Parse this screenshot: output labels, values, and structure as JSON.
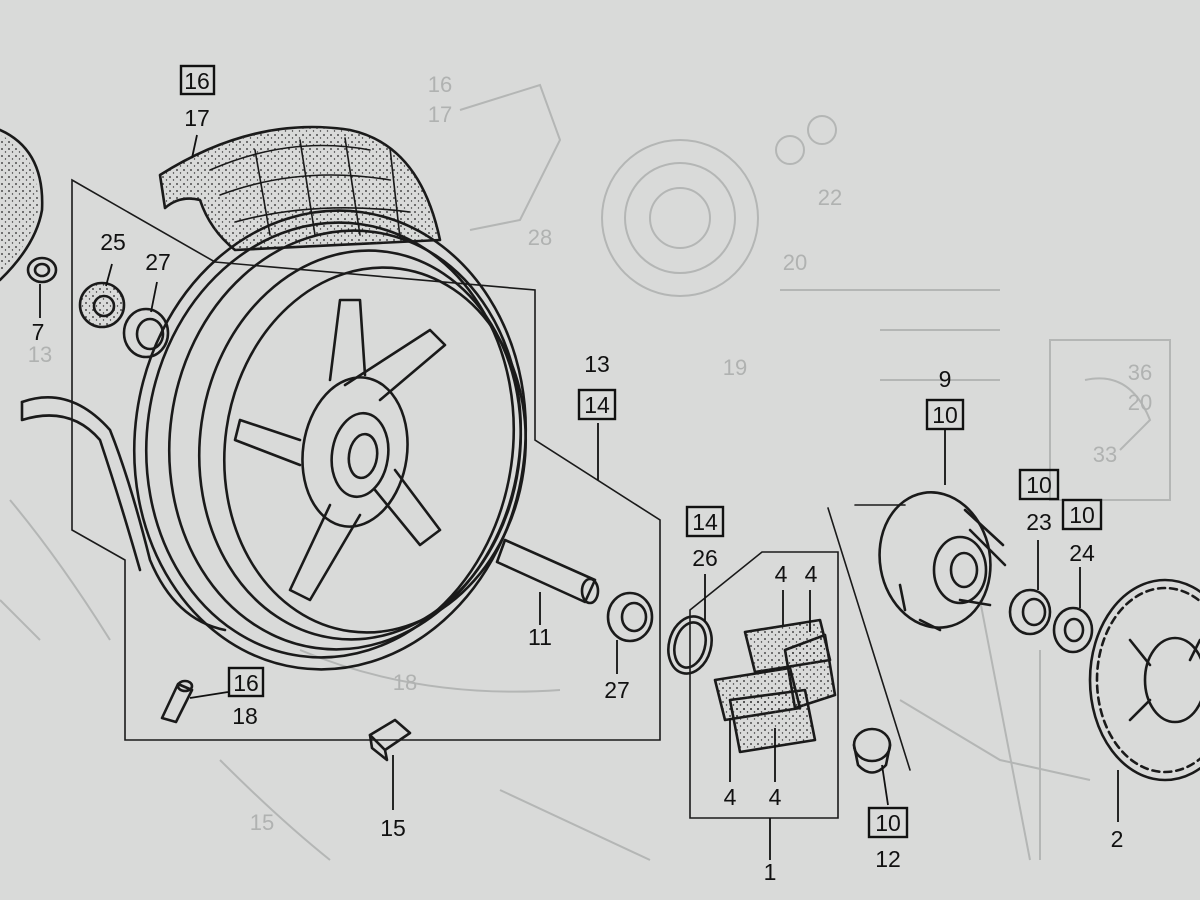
{
  "colors": {
    "paper": "#d9dad9",
    "ink": "#111111",
    "ghost": "#b4b6b5"
  },
  "callouts": {
    "c7": "7",
    "c25": "25",
    "c27a": "27",
    "c16a": "16",
    "c17": "17",
    "c13": "13",
    "c14a": "14",
    "c14b": "14",
    "c26": "26",
    "c11": "11",
    "c27b": "27",
    "c16b": "16",
    "c18": "18",
    "c15": "15",
    "c4a": "4",
    "c4b": "4",
    "c4c": "4",
    "c4d": "4",
    "c1": "1",
    "c9": "9",
    "c10a": "10",
    "c10b": "10",
    "c10c": "10",
    "c10d": "10",
    "c23": "23",
    "c24": "24",
    "c12": "12",
    "c2": "2"
  },
  "ghost_labels": {
    "g16": "16",
    "g17": "17",
    "g19": "19",
    "g20": "20",
    "g22": "22",
    "g13": "13",
    "g28": "28",
    "g36": "36",
    "g20b": "20",
    "g33": "33",
    "g15": "15",
    "g18": "18"
  }
}
